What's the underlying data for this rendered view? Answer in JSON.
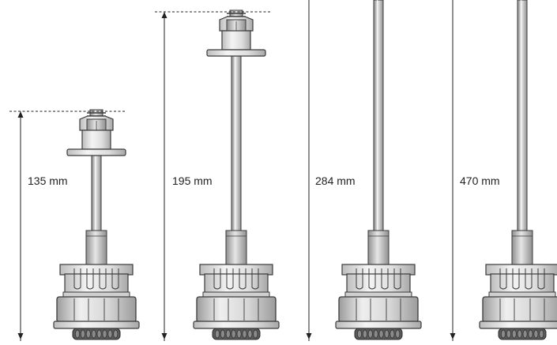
{
  "diagram": {
    "variants": [
      {
        "label": "135 mm",
        "length_mm": 135
      },
      {
        "label": "195 mm",
        "length_mm": 195
      },
      {
        "label": "284 mm",
        "length_mm": 284
      },
      {
        "label": "470 mm",
        "length_mm": 470
      }
    ],
    "colors": {
      "outline": "#3a3a3a",
      "body_light": "#ececec",
      "body_mid": "#cfcfcf",
      "body_dark": "#9a9a9a",
      "rod": "#b8b8b8",
      "dimension_line": "#222222",
      "background": "#ffffff"
    }
  }
}
